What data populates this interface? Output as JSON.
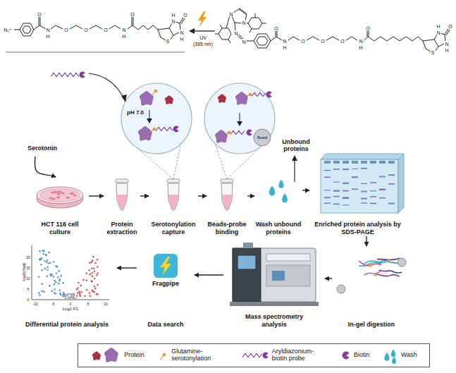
{
  "diagram": {
    "nodes": [
      {
        "text": [
          "Serotonin"
        ]
      },
      {
        "text": [
          "HCT 116 cell culture"
        ]
      },
      {
        "text": [
          "Protein extraction"
        ]
      },
      {
        "text": [
          "Serotonylation capture"
        ]
      },
      {
        "text": [
          "Beads-probe binding"
        ]
      },
      {
        "text": [
          "Wash unbound proteins"
        ]
      },
      {
        "text": [
          "Enriched protein analysis by SDS-PAGE"
        ]
      },
      {
        "text": [
          "In-gel digestion"
        ]
      },
      {
        "text": [
          "Mass spectrometry analysis"
        ]
      },
      {
        "text": [
          "Fragpipe",
          "Data search"
        ]
      },
      {
        "text": [
          "Differential protein analysis"
        ]
      }
    ],
    "edges": [
      {
        "from": 0,
        "to": 1,
        "arrow": "to"
      },
      {
        "from": 1,
        "to": 2,
        "arrow": "to"
      },
      {
        "from": 2,
        "to": 3,
        "arrow": "to"
      },
      {
        "from": 3,
        "to": 4,
        "arrow": "to"
      },
      {
        "from": 4,
        "to": 5,
        "arrow": "to"
      },
      {
        "from": 5,
        "to": 6,
        "arrow": "to"
      },
      {
        "from": 6,
        "to": 7,
        "arrow": "to"
      },
      {
        "from": 7,
        "to": 8,
        "arrow": "to"
      },
      {
        "from": 8,
        "to": 9,
        "arrow": "to"
      },
      {
        "from": 9,
        "to": 10,
        "arrow": "to"
      }
    ],
    "labels": [
      "UV",
      "(365 nm)",
      "pH 7.0",
      "Bead",
      "Unbound proteins",
      "N₂⁺",
      "O",
      "N",
      "H",
      "O",
      "O",
      "O",
      "N",
      "H",
      "O",
      "H",
      "N",
      "O",
      "N",
      "H",
      "S",
      "N",
      "N",
      "N",
      "N",
      "O",
      "N",
      "H",
      "O",
      "O",
      "O",
      "N",
      "H",
      "O",
      "H",
      "N",
      "O",
      "N",
      "H",
      "S",
      "-log10(Padj)",
      "Log2 FC",
      "0",
      "5",
      "10",
      "15",
      "20",
      "-10",
      "-5",
      "0",
      "5",
      "10"
    ],
    "legend": [
      {
        "text": "Protein"
      },
      {
        "text": "Glutamine-serotonylation"
      },
      {
        "text": "Aryldiazonium-biotin probe"
      },
      {
        "text": "Biotin"
      },
      {
        "text": "Wash"
      }
    ]
  }
}
